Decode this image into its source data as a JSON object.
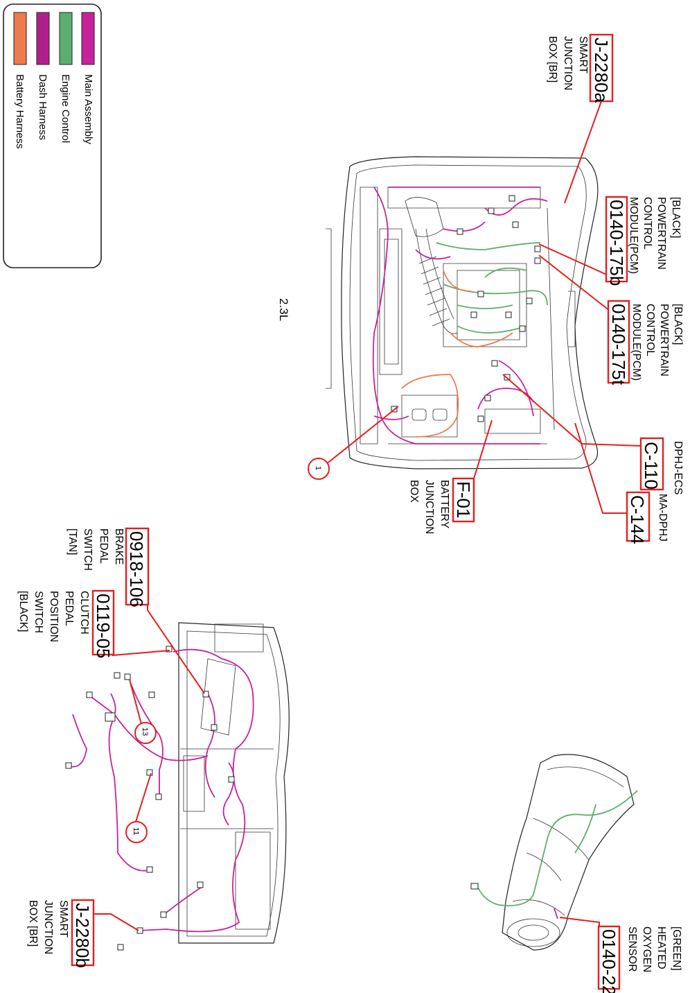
{
  "title": "2.3L",
  "legend": [
    {
      "label": "Main Assembly",
      "color": "#c8219c"
    },
    {
      "label": "Engine Control",
      "color": "#5cae6e"
    },
    {
      "label": "Dash Harness",
      "color": "#b0208a"
    },
    {
      "label": "Battery Harness",
      "color": "#ef7a4d"
    }
  ],
  "connectors": {
    "j2280a": {
      "code": "J-2280a",
      "desc": [
        "SMART",
        "JUNCTION",
        "BOX [BR]"
      ]
    },
    "pcm175b": {
      "code": "0140-175b",
      "desc": [
        "[BLACK]",
        "POWERTRAIN",
        "CONTROL",
        "MODULE(PCM)"
      ]
    },
    "pcm175t": {
      "code": "0140-175t",
      "desc": [
        "[BLACK]",
        "POWERTRAIN",
        "CONTROL",
        "MODULE(PCM)"
      ]
    },
    "c110": {
      "code": "C-110",
      "desc": [
        "DPHJ-ECS"
      ]
    },
    "c144": {
      "code": "C-144",
      "desc": [
        "MA-DPHJ"
      ]
    },
    "f01": {
      "code": "F-01",
      "desc": [
        "BATTERY",
        "JUNCTION",
        "BOX"
      ]
    },
    "brake": {
      "code": "0918-106",
      "desc": [
        "BRAKE",
        "PEDAL",
        "SWITCH",
        "[TAN]"
      ]
    },
    "clutch": {
      "code": "0119-05",
      "desc": [
        "CLUTCH",
        "PEDAL",
        "POSITION",
        "SWITCH",
        "[BLACK]"
      ]
    },
    "j2280b": {
      "code": "J-2280b",
      "desc": [
        "SMART",
        "JUNCTION",
        "BOX [BR]"
      ]
    },
    "o2": {
      "code": "0140-22",
      "desc": [
        "[GREEN]",
        "HEATED",
        "OXYGEN",
        "SENSOR"
      ]
    }
  },
  "callouts": {
    "one": "1",
    "thirteen": "13",
    "eleven": "11"
  }
}
